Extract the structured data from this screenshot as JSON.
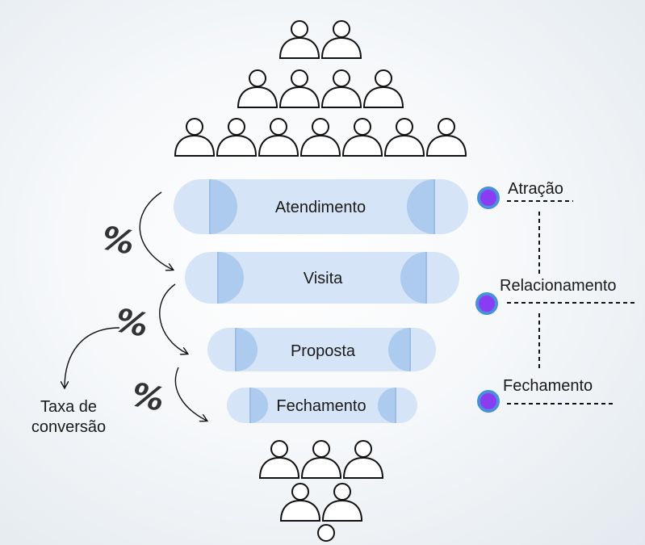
{
  "funnel": {
    "stages": [
      {
        "label": "Atendimento"
      },
      {
        "label": "Visita"
      },
      {
        "label": "Proposta"
      },
      {
        "label": "Fechamento"
      }
    ]
  },
  "phases": [
    {
      "label": "Atração"
    },
    {
      "label": "Relacionamento"
    },
    {
      "label": "Fechamento"
    }
  ],
  "percent_symbol": "%",
  "conversion": {
    "line1": "Taxa de",
    "line2": "conversão"
  },
  "crowd": {
    "top_rows": [
      2,
      4,
      7
    ],
    "bottom_rows": [
      3,
      2
    ]
  },
  "colors": {
    "bar_fill": "#d5e4f6",
    "bar_end": "#adcbee",
    "bullet_fill": "#8a3cf2",
    "bullet_ring": "#4a90d9",
    "icon_stroke": "#111111"
  },
  "icons": [
    "person-icon",
    "bullet-icon",
    "curved-arrow-icon"
  ]
}
